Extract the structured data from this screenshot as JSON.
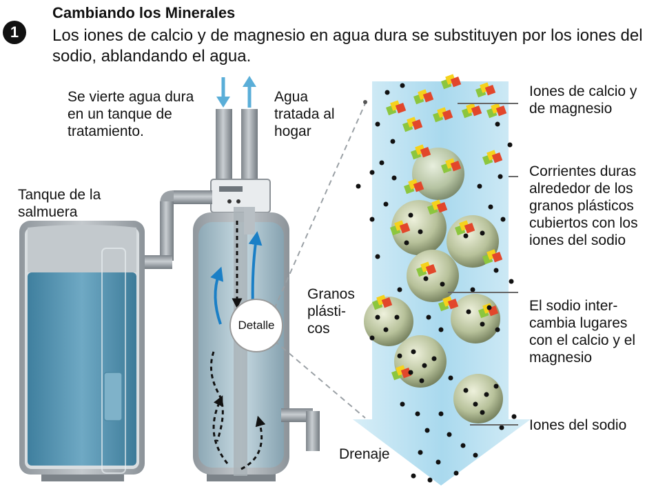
{
  "header": {
    "step_number": "1",
    "title": "Cambiando los Minerales",
    "subtitle": "Los iones de calcio y de magnesio en agua dura se substituyen por los iones del sodio, ablandando el agua."
  },
  "labels": {
    "hard_water_in": "Se vierte agua dura en un tanque de tratamiento.",
    "treated_water": "Agua tratada al hogar",
    "brine_tank": "Tanque de la salmuera",
    "detail": "Detalle",
    "resin_beads": "Granos plásti- cos",
    "drain": "Drenaje"
  },
  "callouts": {
    "calcium_magnesium": "Iones de calcio y de magnesio",
    "hard_currents": "Corrientes duras alrededor de los granos plásticos cubiertos con los iones del sodio",
    "exchange": "El sodio inter- cambia lugares con el calcio y el magnesio",
    "sodium_ions": "Iones del sodio"
  },
  "colors": {
    "water_fill": "#5d9bb8",
    "flow_arrow": "#1a7fc6",
    "tank_gray": "#a9afb5",
    "detail_column": "#bfe3f1",
    "bead": "#b8c29a",
    "ion_red": "#e2472b",
    "ion_yellow": "#f5d21c",
    "ion_green": "#8cc63e"
  }
}
